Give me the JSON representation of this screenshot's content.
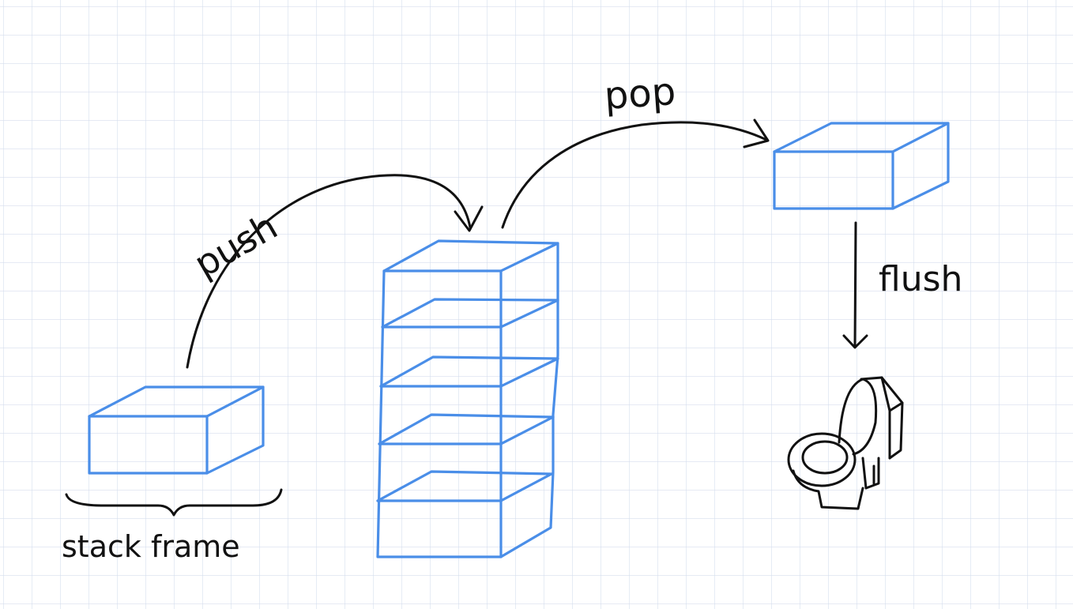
{
  "labels": {
    "push": "push",
    "pop": "pop",
    "flush": "flush",
    "stack_frame": "stack frame"
  },
  "colors": {
    "grid": "#d6deee",
    "box_stroke": "#4a8ee8",
    "ink": "#111111",
    "background": "#ffffff"
  },
  "icons": {
    "disposal": "toilet-icon"
  }
}
